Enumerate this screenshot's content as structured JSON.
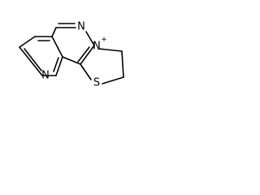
{
  "molecule": {
    "atoms": {
      "pyridine_nitrogen": "N",
      "pyridazinium_nitrogen_1": "N",
      "pyridazinium_nitrogen_2": "N",
      "sulfur": "S",
      "charge": "+"
    },
    "colors": {
      "bond": "#000000",
      "label": "#000000",
      "background": "#ffffff"
    }
  }
}
